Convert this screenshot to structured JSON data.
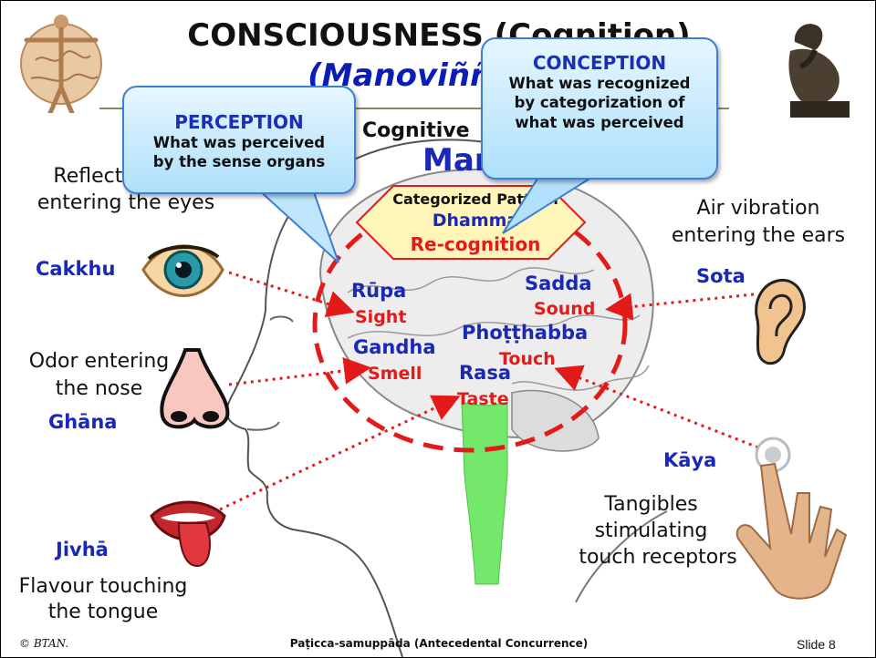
{
  "title": {
    "line1": "CONSCIOUSNESS (Cognition)",
    "line2": "(Manoviññāṇa)"
  },
  "cognitive_label": "Cognitive",
  "mano_label": "Mano",
  "hexagon": {
    "line1": "Categorized Pattern",
    "line2": "Dhamma",
    "line3": "Re-cognition"
  },
  "callouts": {
    "perception": {
      "heading": "PERCEPTION",
      "line1": "What was perceived",
      "line2": "by the sense organs"
    },
    "conception": {
      "heading": "CONCEPTION",
      "line1": "What was recognized",
      "line2": "by categorization of",
      "line3": "what was perceived"
    }
  },
  "senses": {
    "eye": {
      "desc1": "Reflected light",
      "desc2": "entering the eyes",
      "pali": "Cakkhu"
    },
    "ear": {
      "desc1": "Air vibration",
      "desc2": "entering the ears",
      "pali": "Sota"
    },
    "nose": {
      "desc1": "Odor entering",
      "desc2": "the nose",
      "pali": "Ghāna"
    },
    "tongue": {
      "pali": "Jivhā",
      "desc1": "Flavour touching",
      "desc2": "the tongue"
    },
    "body": {
      "pali": "Kāya",
      "desc1": "Tangibles",
      "desc2": "stimulating",
      "desc3": "touch receptors"
    }
  },
  "objects": {
    "rupa": {
      "pali": "Rūpa",
      "english": "Sight"
    },
    "sadda": {
      "pali": "Sadda",
      "english": "Sound"
    },
    "photthabba": {
      "pali": "Phoṭṭhabba",
      "english": "Touch"
    },
    "gandha": {
      "pali": "Gandha",
      "english": "Smell"
    },
    "rasa": {
      "pali": "Rasa",
      "english": "Taste"
    }
  },
  "footer": {
    "copyright": "© BTAN.",
    "center": "Paṭicca-samuppāda (Antecedental Concurrence)",
    "slide": "Slide 8"
  },
  "colors": {
    "pali_blue": "#1a28b8",
    "label_red": "#e21a1a",
    "callout_border": "#3d7fd6",
    "brainstem_green": "#73e86b"
  }
}
